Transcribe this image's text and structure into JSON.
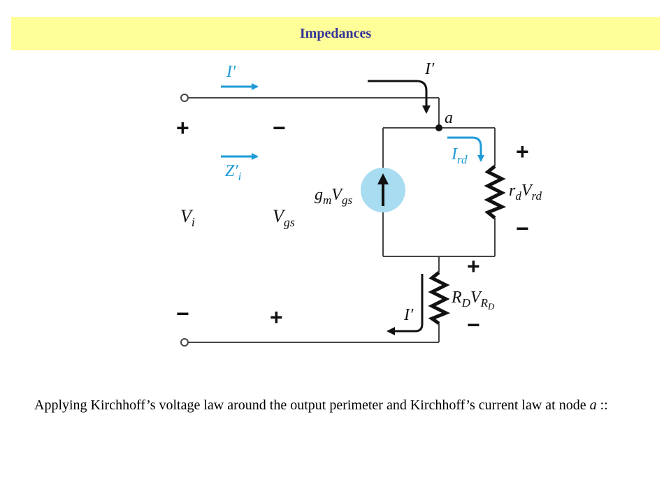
{
  "title": "Impedances",
  "colors": {
    "title_bg": "#ffff99",
    "title_text": "#333399",
    "accent": "#1e9bd7",
    "source_fill": "#a8dcf0"
  },
  "diagram": {
    "labels": {
      "i_prime_top_left": {
        "main": "I",
        "prime": "′"
      },
      "i_prime_top_right": {
        "main": "I",
        "prime": "′"
      },
      "i_prime_bottom": {
        "main": "I",
        "prime": "′"
      },
      "node_a": "a",
      "z_prime_i": {
        "main": "Z",
        "prime": "′",
        "sub": "i"
      },
      "i_rd": {
        "main": "I",
        "sub": "rd"
      },
      "gm_vgs": {
        "g": "g",
        "m": "m",
        "v": "V",
        "gs": "gs"
      },
      "rd_vrd": {
        "r": "r",
        "d": "d",
        "v": "V",
        "rd": "rd"
      },
      "RD_VRD": {
        "r": "R",
        "d": "D",
        "v": "V",
        "rd": "R",
        "rdsub": "D"
      },
      "vi": {
        "main": "V",
        "sub": "i"
      },
      "vgs": {
        "main": "V",
        "sub": "gs"
      }
    },
    "signs": {
      "plus": "+",
      "minus": "−"
    },
    "icons": [
      "current-arrow-icon",
      "resistor-icon",
      "current-source-icon",
      "terminal-icon"
    ]
  },
  "caption": {
    "text_before": "Applying Kirchhoff’s voltage law around the output perimeter and Kirchhoff’s  current law at node ",
    "node": "a",
    "text_after": " ::"
  }
}
